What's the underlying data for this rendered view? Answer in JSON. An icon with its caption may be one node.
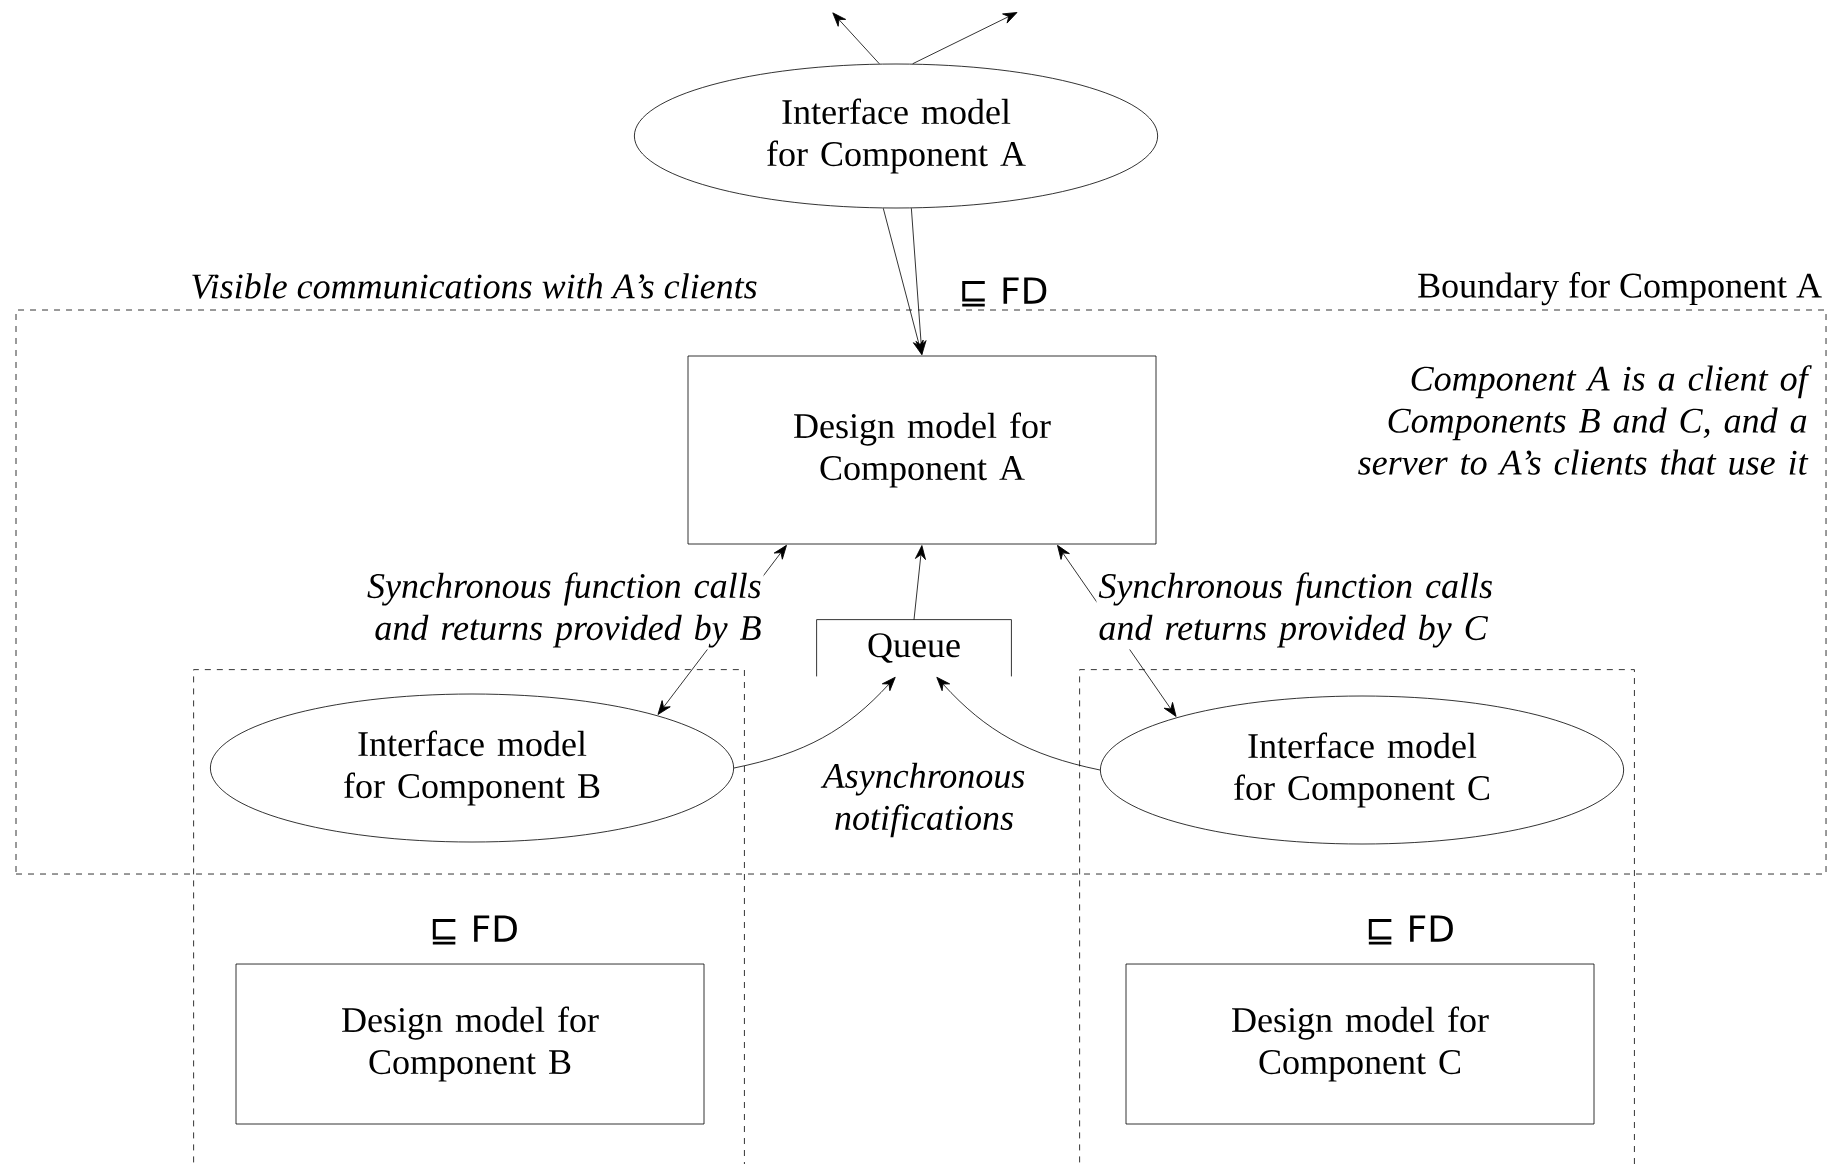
{
  "diagram": {
    "nodes": [
      {
        "text": [
          "Boundary for Component A"
        ]
      },
      {
        "text": [
          "Interface model for Component A"
        ]
      },
      {
        "text": [
          "Design model for Component A"
        ],
        "in": 0
      },
      {
        "text": [
          "Queue"
        ],
        "in": 0
      },
      {
        "text": [],
        "shape": "box"
      },
      {
        "text": [
          "Interface model for Component B"
        ]
      },
      {
        "text": [
          "Design model for Component B"
        ],
        "in": 4
      },
      {
        "text": [],
        "shape": "box"
      },
      {
        "text": [
          "Interface model for Component C"
        ]
      },
      {
        "text": [
          "Design model for Component C"
        ],
        "in": 7
      }
    ],
    "edges": [
      {
        "from": 1,
        "to": null,
        "arrow": "to"
      },
      {
        "from": 1,
        "to": null,
        "arrow": "to"
      },
      {
        "from": 1,
        "to": 2,
        "arrow": "to",
        "label": "Visible communications with A’s clients"
      },
      {
        "from": 1,
        "to": 2,
        "arrow": "to",
        "label": "⊑ FD"
      },
      {
        "from": 2,
        "to": 5,
        "arrow": "both",
        "label": "Synchronous function calls and returns provided by B"
      },
      {
        "from": 3,
        "to": 2,
        "arrow": "to"
      },
      {
        "from": 2,
        "to": 8,
        "arrow": "both",
        "label": "Synchronous function calls and returns provided by C"
      },
      {
        "from": 5,
        "to": 3,
        "arrow": "to",
        "label": "Asynchronous notifications"
      },
      {
        "from": 8,
        "to": 3,
        "arrow": "to"
      }
    ],
    "labels": [
      "Component A is a client of Components B and C, and a server to A’s clients that use it",
      "⊑ FD",
      "⊑ FD"
    ]
  }
}
